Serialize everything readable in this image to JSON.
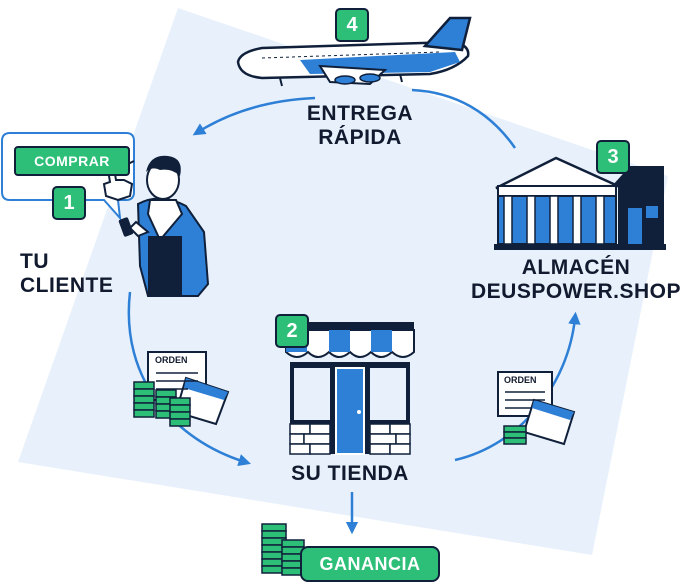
{
  "steps": {
    "step1": {
      "number": "1",
      "title_line1": "TU",
      "title_line2": "CLIENTE",
      "button_label": "COMPRAR"
    },
    "step2": {
      "number": "2",
      "title": "SU TIENDA"
    },
    "step3": {
      "number": "3",
      "title_line1": "ALMACÉN",
      "title_line2": "DEUSPOWER.SHOP"
    },
    "step4": {
      "number": "4",
      "title_line1": "ENTREGA",
      "title_line2": "RÁPIDA"
    }
  },
  "order_doc": {
    "label": "ORDEN"
  },
  "result": {
    "label": "GANANCIA"
  },
  "colors": {
    "accent_blue": "#2e7fd6",
    "accent_green": "#2dbe78",
    "dark_navy": "#111a2e",
    "background_panel": "#e8f1fb"
  },
  "icons": [
    "airplane-icon",
    "person-icon",
    "cursor-hand-icon",
    "warehouse-icon",
    "storefront-icon",
    "order-document-icon",
    "money-stack-icon"
  ]
}
